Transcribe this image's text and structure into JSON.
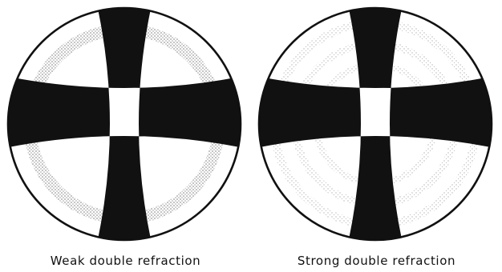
{
  "figures": [
    {
      "caption": "Weak double refraction",
      "birefringence": "weak",
      "interference_rings": 1
    },
    {
      "caption": "Strong double refraction",
      "birefringence": "strong",
      "interference_rings": 3
    }
  ],
  "colors": {
    "background": "#ffffff",
    "cross": "#111111",
    "outline": "#111111",
    "stipple": "#888888"
  }
}
